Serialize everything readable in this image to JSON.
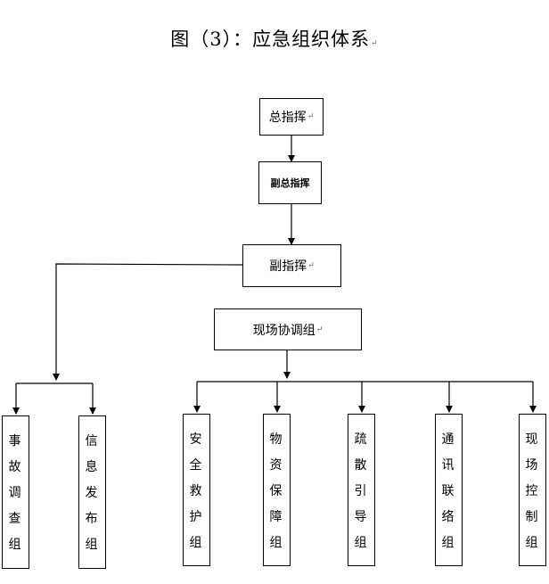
{
  "title": "图（3）：应急组织体系",
  "nodes": {
    "chief": "总指挥",
    "deputy_a": "副总指挥",
    "deputy_b": "副指挥",
    "coord": "现场协调组"
  },
  "groups": [
    {
      "id": "investigation",
      "label": "事故调查组"
    },
    {
      "id": "info",
      "label": "信息发布组"
    },
    {
      "id": "rescue",
      "label": "安全救护组"
    },
    {
      "id": "supply",
      "label": "物资保障组"
    },
    {
      "id": "evacuation",
      "label": "疏散引导组"
    },
    {
      "id": "comms",
      "label": "通讯联络组"
    },
    {
      "id": "site",
      "label": "现场控制组"
    }
  ],
  "paragraph_mark": "↵"
}
